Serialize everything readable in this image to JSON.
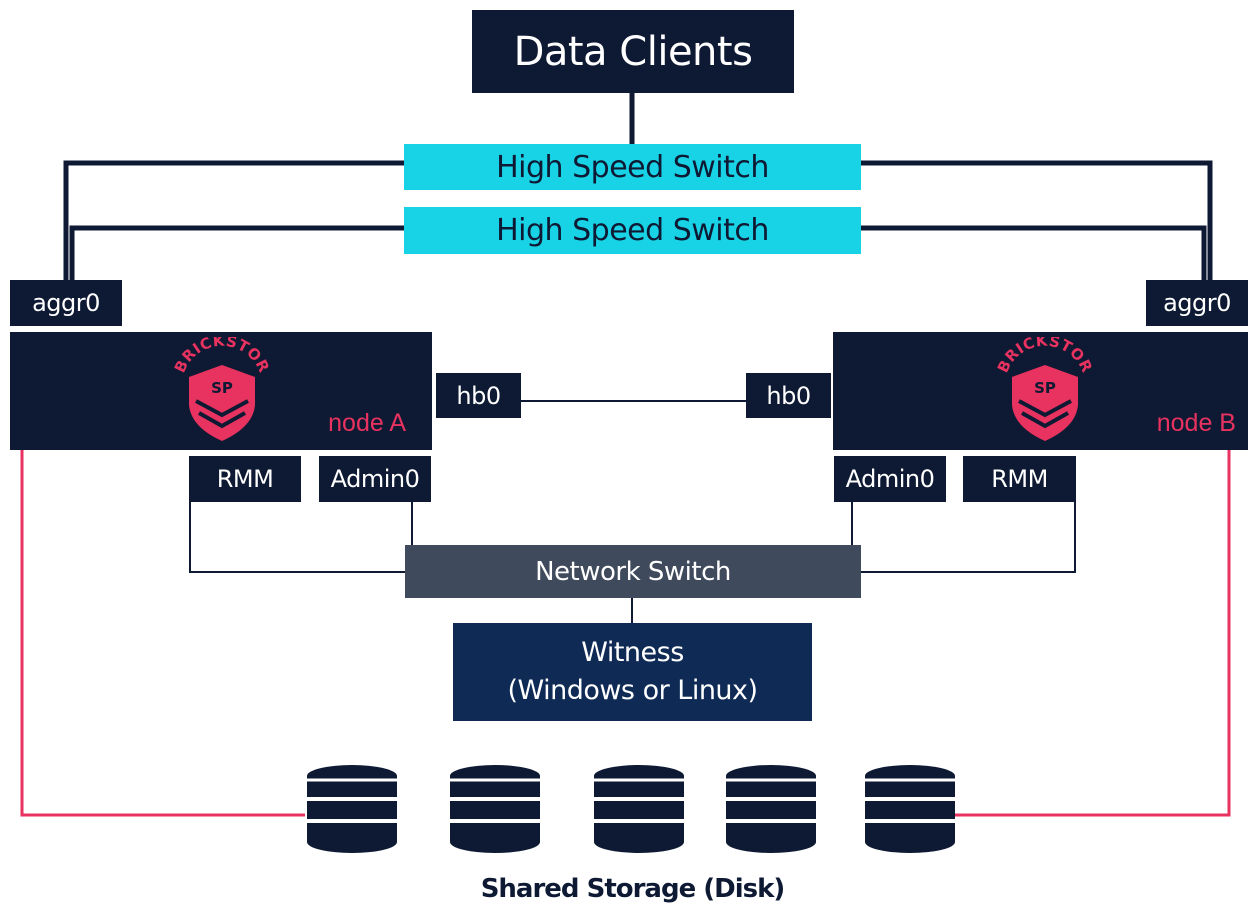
{
  "data_clients": "Data Clients",
  "switches": {
    "high_speed_1": "High Speed Switch",
    "high_speed_2": "High Speed Switch",
    "network": "Network Switch"
  },
  "node_a": {
    "aggr": "aggr0",
    "hb": "hb0",
    "rmm": "RMM",
    "admin": "Admin0",
    "label": "node A"
  },
  "node_b": {
    "aggr": "aggr0",
    "hb": "hb0",
    "rmm": "RMM",
    "admin": "Admin0",
    "label": "node B"
  },
  "logo": {
    "text": "BRICKSTOR",
    "badge": "SP"
  },
  "witness": {
    "line1": "Witness",
    "line2": "(Windows or Linux)"
  },
  "storage_caption": "Shared Storage (Disk)",
  "colors": {
    "navy": "#0e1a33",
    "cyan": "#18d3e6",
    "slate": "#3f4a5c",
    "witness": "#0f2a55",
    "accent_pink": "#e8325f"
  }
}
